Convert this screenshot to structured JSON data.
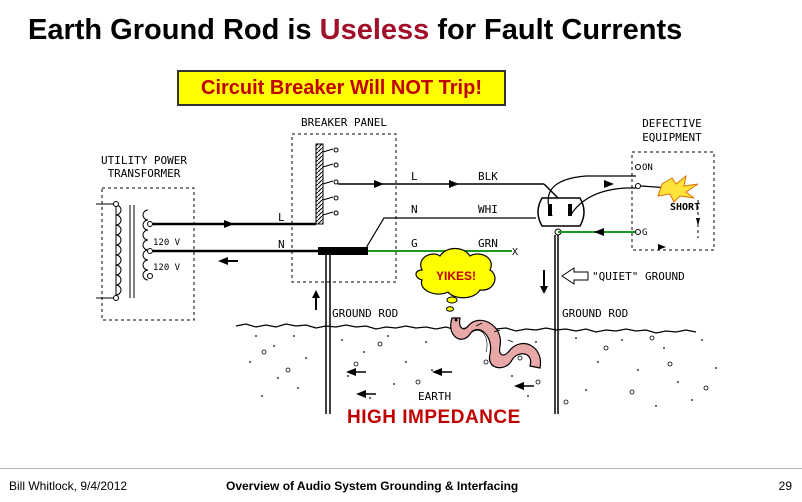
{
  "slide": {
    "title_pre": "Earth Ground Rod is ",
    "title_highlight": "Useless",
    "title_post": " for Fault Currents",
    "callout": "Circuit Breaker Will NOT Trip!",
    "high_impedance": "HIGH IMPEDANCE"
  },
  "diagram": {
    "transformer_label_1": "UTILITY POWER",
    "transformer_label_2": "TRANSFORMER",
    "voltage_top": "120 V",
    "voltage_bottom": "120 V",
    "panel_label": "BREAKER PANEL",
    "equipment_label_1": "DEFECTIVE",
    "equipment_label_2": "EQUIPMENT",
    "wire_l": "L",
    "wire_n": "N",
    "wire_g": "G",
    "color_blk": "BLK",
    "color_whi": "WHI",
    "color_grn": "GRN",
    "panel_l": "L",
    "panel_n": "N",
    "equip_on": "ON",
    "equip_g": "G",
    "short": "SHORT",
    "x_mark": "X",
    "quiet_ground": "\"QUIET\" GROUND",
    "ground_rod_left": "GROUND ROD",
    "ground_rod_right": "GROUND ROD",
    "yikes": "YIKES!",
    "earth": "EARTH",
    "colors": {
      "green_wire": "#1a9a1a",
      "alarm_red": "#c00000",
      "callout_yellow": "#ffff00",
      "worm": "#e8a8a8"
    }
  },
  "footer": {
    "author": "Bill Whitlock, 9/4/2012",
    "center": "Overview of Audio System Grounding & Interfacing",
    "page": "29"
  }
}
